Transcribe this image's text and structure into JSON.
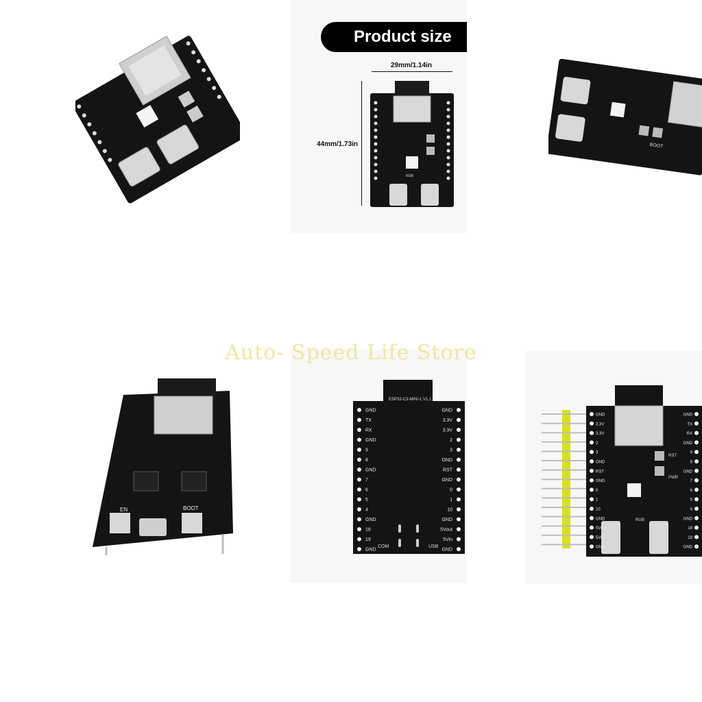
{
  "product_size": {
    "heading": "Product size",
    "width_label": "29mm/1.14in",
    "height_label": "44mm/1.73in"
  },
  "watermark": "Auto- Speed Life Store",
  "board_labels": {
    "rgb": "RGB",
    "boot": "BOOT",
    "en": "EN",
    "rst": "RST",
    "pwr": "PWR",
    "version": "ESP32-C3-MINI-1 V1.1",
    "com": "COM",
    "usb": "USB"
  },
  "back_pins_left": [
    "GND",
    "TX",
    "RX",
    "GND",
    "9",
    "8",
    "GND",
    "7",
    "6",
    "5",
    "4",
    "GND",
    "18",
    "19",
    "GND"
  ],
  "back_pins_right": [
    "GND",
    "3.3V",
    "3.3V",
    "2",
    "3",
    "GND",
    "RST",
    "GND",
    "0",
    "1",
    "10",
    "GND",
    "5Vout",
    "5Vin",
    "GND"
  ],
  "front_pins_left": [
    "GND",
    "3.3V",
    "3.3V",
    "2",
    "3",
    "GND",
    "RST",
    "GND",
    "0",
    "1",
    "10",
    "GND",
    "5Vout",
    "5Vin",
    "GND"
  ],
  "front_pins_right": [
    "GND",
    "TX",
    "RX",
    "GND",
    "9",
    "8",
    "GND",
    "7",
    "6",
    "5",
    "4",
    "GND",
    "18",
    "19",
    "GND"
  ],
  "colors": {
    "pcb": "#141414",
    "header_yellow": "#d8df1e",
    "watermark": "#f0e6a0"
  }
}
